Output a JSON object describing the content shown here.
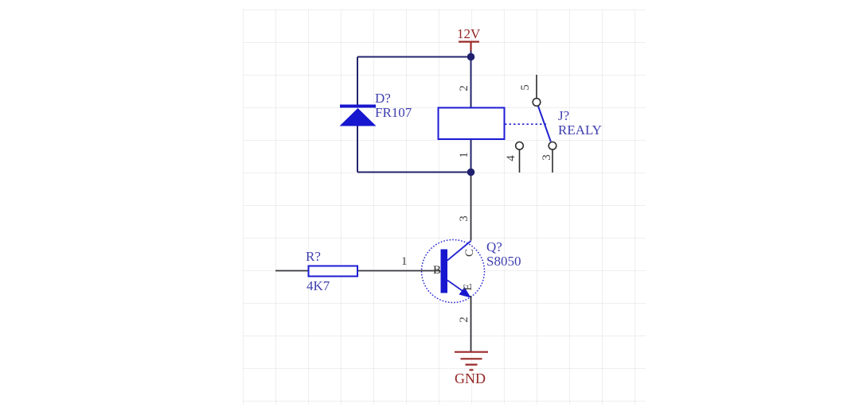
{
  "schematic": {
    "power_label": "12V",
    "ground_label": "GND",
    "diode": {
      "designator": "D?",
      "part": "FR107"
    },
    "relay": {
      "designator": "J?",
      "part": "REALY",
      "pin_coil_top": "2",
      "pin_coil_bottom": "1",
      "pin_common": "5",
      "pin_no": "4",
      "pin_nc": "3"
    },
    "transistor": {
      "designator": "Q?",
      "part": "S8050",
      "pin_base": "1",
      "pin_collector": "3",
      "pin_emitter": "2",
      "terminal_base": "B",
      "terminal_collector": "C",
      "terminal_emitter": "E"
    },
    "resistor": {
      "designator": "R?",
      "part": "4K7"
    },
    "colors": {
      "wire": "#24246e",
      "component_blue": "#1b1bd0",
      "text_blue": "#3e3eb0",
      "power_red": "#932525",
      "pin_text": "#3d3d3d",
      "grid": "#ececec"
    }
  }
}
